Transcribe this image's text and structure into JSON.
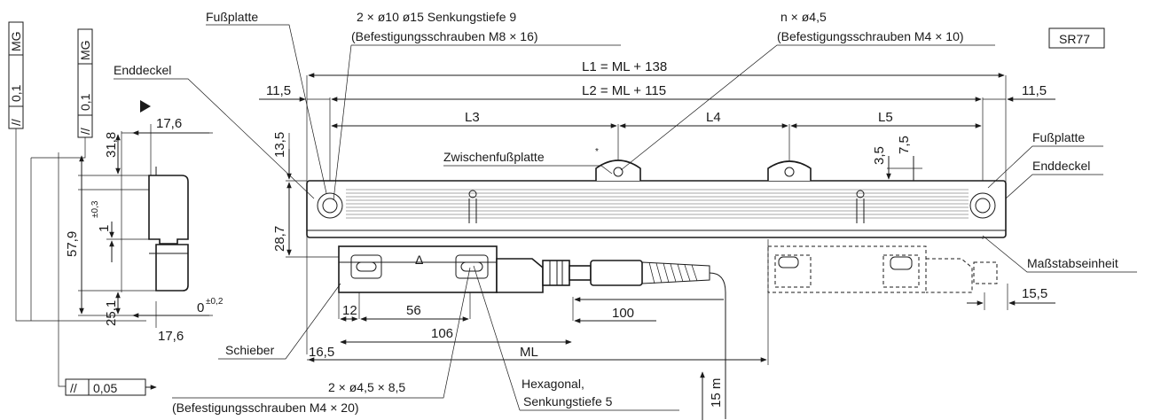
{
  "model_badge": "SR77",
  "callouts": {
    "fussplatte_left": "Fußplatte",
    "enddeckel_left": "Enddeckel",
    "bolt_holes": "2 × ø10 ø15 Senkungstiefe 9",
    "bolt_holes_screws": "(Befestigungsschrauben M8 × 16)",
    "n_holes": "n × ø4,5",
    "n_holes_screws": "(Befestigungsschrauben M4 × 10)",
    "zwischenfussplatte": "Zwischenfußplatte",
    "zwischen_asterisk": "*",
    "fussplatte_right": "Fußplatte",
    "enddeckel_right": "Enddeckel",
    "massstabseinheit": "Maßstabseinheit",
    "schieber": "Schieber",
    "slider_holes": "2 × ø4,5 × 8,5",
    "slider_holes_screws": "(Befestigungsschrauben M4 × 20)",
    "hexagonal": "Hexagonal,",
    "senkung5": "Senkungstiefe 5"
  },
  "dims": {
    "l1": "L1 = ML + 138",
    "l2": "L2 = ML + 115",
    "left_11_5": "11,5",
    "right_11_5": "11,5",
    "l3": "L3",
    "l4": "L4",
    "l5": "L5",
    "h13_5": "13,5",
    "h28_7": "28,7",
    "d3_5": "3,5",
    "d7_5": "7,5",
    "d12": "12",
    "d56": "56",
    "d106": "106",
    "d100": "100",
    "d16_5": "16,5",
    "ml": "ML",
    "d15_5": "15,5",
    "cable": "15 m",
    "side_31_8": "31,8",
    "side_17_6_top": "17,6",
    "side_57_9": "57,9",
    "side_1": "1",
    "side_1_tol": "±0,3",
    "side_25_1": "25,1",
    "side_17_6_bot": "17,6",
    "side_0": "0",
    "side_0_tol": "±0,2"
  },
  "tolerance_frames": [
    {
      "symbol": "//",
      "value": "0,1",
      "datum": "MG"
    },
    {
      "symbol": "//",
      "value": "0,1",
      "datum": "MG"
    },
    {
      "symbol": "//",
      "value": "0,05",
      "datum": ""
    }
  ],
  "markers": {
    "delta": "Δ"
  },
  "colors": {
    "line": "#1a1a1a",
    "background": "#ffffff",
    "rail_grooves": "#8a8a8a"
  }
}
